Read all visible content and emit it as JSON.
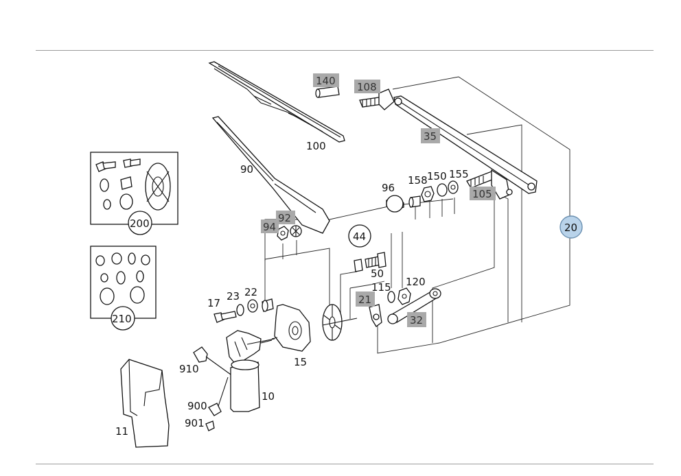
{
  "labels": {
    "p100": "100",
    "p90": "90",
    "p96": "96",
    "p158": "158",
    "p150": "150",
    "p155": "155",
    "p44": "44",
    "p50": "50",
    "p115": "115",
    "p120": "120",
    "p17": "17",
    "p23": "23",
    "p22": "22",
    "p15": "15",
    "p910": "910",
    "p10": "10",
    "p900": "900",
    "p901": "901",
    "p11": "11",
    "p200": "200",
    "p210": "210"
  },
  "highlighted": {
    "p140": "140",
    "p108": "108",
    "p35": "35",
    "p105": "105",
    "p92": "92",
    "p94": "94",
    "p21": "21",
    "p32": "32"
  },
  "selected": {
    "p20": "20"
  },
  "colors": {
    "highlight_box": "#a9a9a9",
    "selected_fill": "#b9d3ea",
    "selected_stroke": "#6a8fb0",
    "rule_line": "#9a9a9a"
  }
}
